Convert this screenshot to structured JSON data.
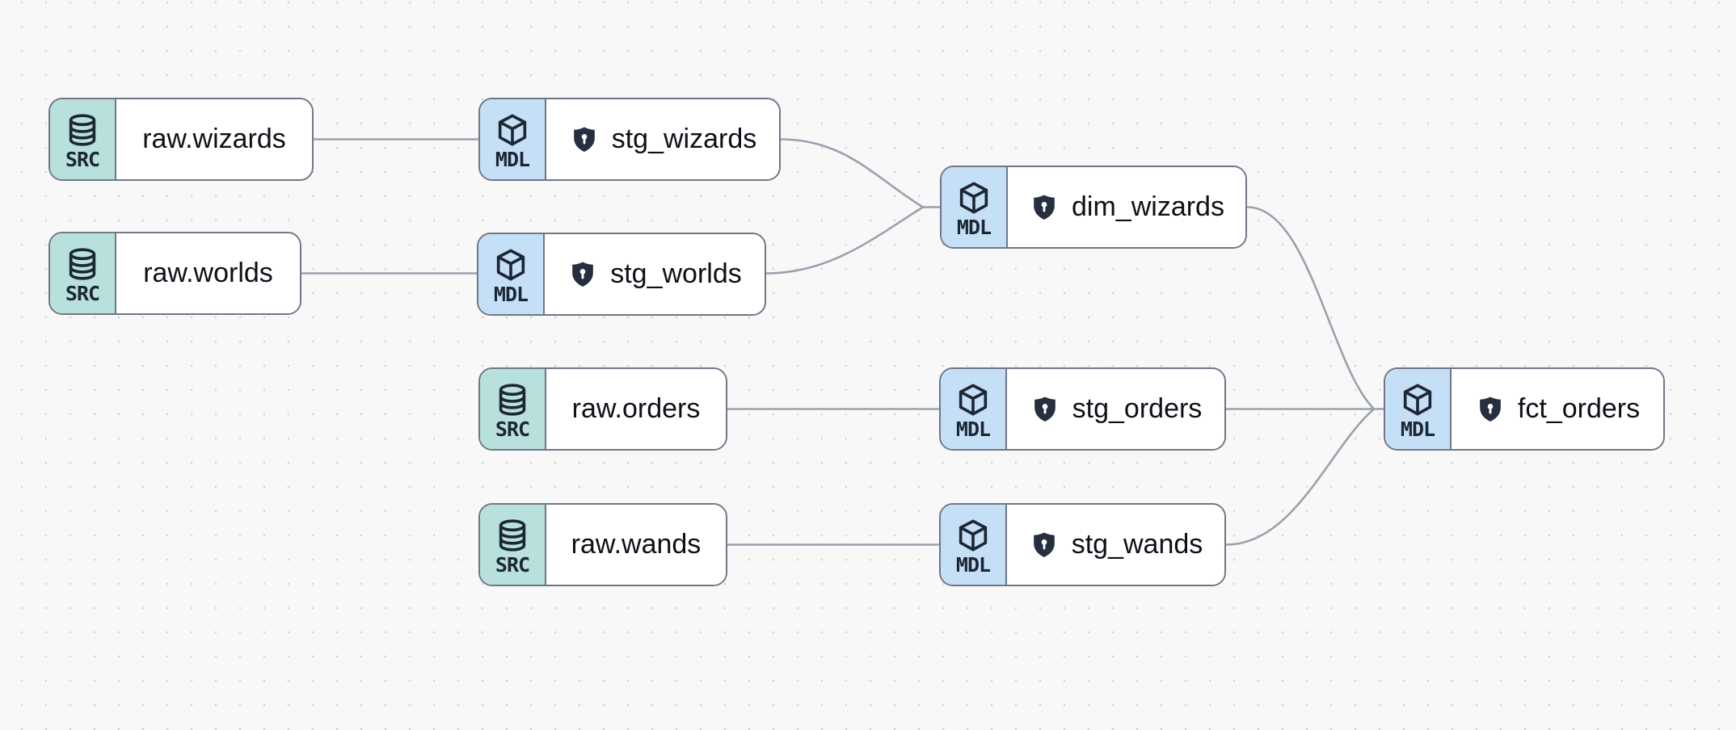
{
  "canvas": {
    "background": "#f8f8f9",
    "dot_color": "#d6d6d8"
  },
  "colors": {
    "src_badge": "#b8e0dc",
    "mdl_badge": "#c5e0f6",
    "node_border": "#6f7787",
    "edge": "#9aa1ad",
    "icon_dark": "#1d2634",
    "shield_fill": "#252f3f",
    "label_text": "#0d1017"
  },
  "nodes": [
    {
      "id": "raw_wizards",
      "type": "SRC",
      "label": "raw.wizards",
      "icon": "database",
      "protected": false
    },
    {
      "id": "stg_wizards",
      "type": "MDL",
      "label": "stg_wizards",
      "icon": "cube",
      "protected": true
    },
    {
      "id": "raw_worlds",
      "type": "SRC",
      "label": "raw.worlds",
      "icon": "database",
      "protected": false
    },
    {
      "id": "stg_worlds",
      "type": "MDL",
      "label": "stg_worlds",
      "icon": "cube",
      "protected": true
    },
    {
      "id": "dim_wizards",
      "type": "MDL",
      "label": "dim_wizards",
      "icon": "cube",
      "protected": true
    },
    {
      "id": "raw_orders",
      "type": "SRC",
      "label": "raw.orders",
      "icon": "database",
      "protected": false
    },
    {
      "id": "stg_orders",
      "type": "MDL",
      "label": "stg_orders",
      "icon": "cube",
      "protected": true
    },
    {
      "id": "raw_wands",
      "type": "SRC",
      "label": "raw.wands",
      "icon": "database",
      "protected": false
    },
    {
      "id": "stg_wands",
      "type": "MDL",
      "label": "stg_wands",
      "icon": "cube",
      "protected": true
    },
    {
      "id": "fct_orders",
      "type": "MDL",
      "label": "fct_orders",
      "icon": "cube",
      "protected": true
    }
  ],
  "edges": [
    {
      "from": "raw.wizards",
      "to": "stg_wizards"
    },
    {
      "from": "raw.worlds",
      "to": "stg_worlds"
    },
    {
      "from": "stg_wizards",
      "to": "dim_wizards"
    },
    {
      "from": "stg_worlds",
      "to": "dim_wizards"
    },
    {
      "from": "raw.orders",
      "to": "stg_orders"
    },
    {
      "from": "raw.wands",
      "to": "stg_wands"
    },
    {
      "from": "stg_orders",
      "to": "fct_orders"
    },
    {
      "from": "stg_wands",
      "to": "fct_orders"
    },
    {
      "from": "dim_wizards",
      "to": "fct_orders"
    }
  ]
}
